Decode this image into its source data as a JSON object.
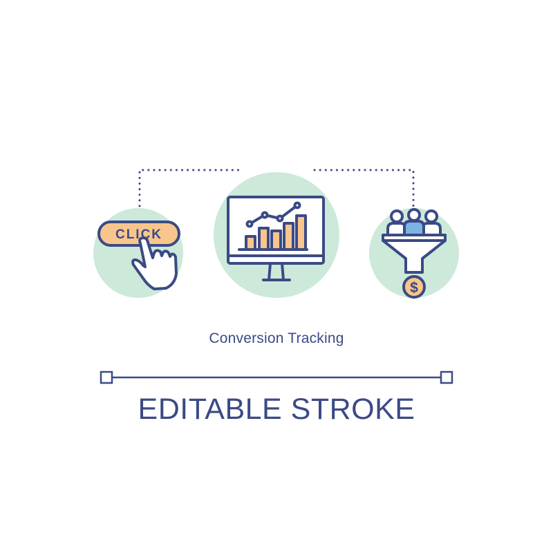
{
  "title": "Conversion Tracking",
  "subtitle": "EDITABLE STROKE",
  "click_button": {
    "label": "CLICK"
  },
  "funnel": {
    "currency_symbol": "$"
  },
  "icons": [
    "click-pointer-icon",
    "analytics-monitor-icon",
    "sales-funnel-icon",
    "dollar-coin-icon"
  ],
  "colors": {
    "stroke": "#3b4a85",
    "circle_fill": "#cde9d9",
    "accent_orange": "#f8c58d",
    "accent_blue": "#7cb4e4",
    "background": "#ffffff"
  }
}
